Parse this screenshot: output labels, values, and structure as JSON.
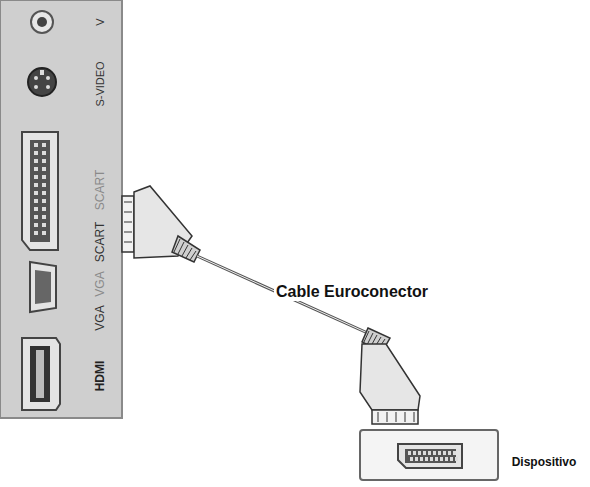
{
  "diagram": {
    "labels": [
      "V",
      "S-VIDEO",
      "SCART",
      "SCART",
      "VGA",
      "VGA",
      "HDMI",
      "Cable Euroconector",
      "Dispositivo"
    ]
  }
}
